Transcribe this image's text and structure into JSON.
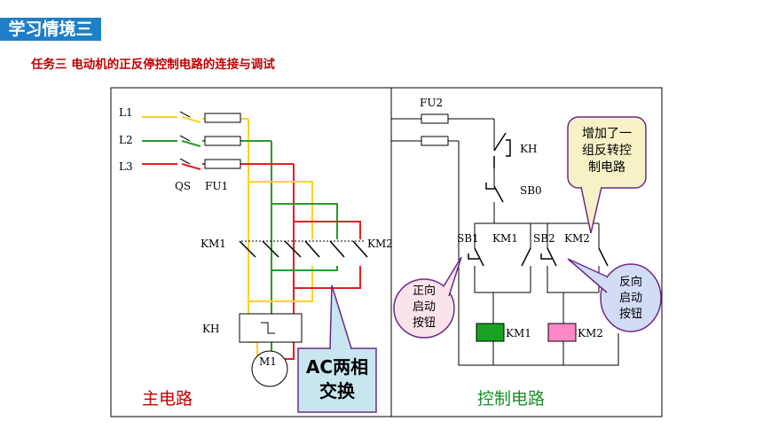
{
  "header": {
    "badge": "学习情境三",
    "subtitle": "任务三  电动机的正反停控制电路的连接与调试"
  },
  "main_circuit": {
    "title": "主电路",
    "labels": {
      "l1": "L1",
      "l2": "L2",
      "l3": "L3",
      "qs": "QS",
      "fu1": "FU1",
      "km1": "KM1",
      "km2": "KM2",
      "kh": "KH",
      "m1": "M1"
    },
    "callout": {
      "line1": "AC两相",
      "line2": "交换"
    }
  },
  "control_circuit": {
    "title": "控制电路",
    "labels": {
      "fu2": "FU2",
      "kh": "KH",
      "sb0": "SB0",
      "sb1": "SB1",
      "km1": "KM1",
      "sb2": "SB2",
      "km2": "KM2",
      "coil_km1": "KM1",
      "coil_km2": "KM2"
    },
    "callout_added": {
      "line1": "增加了一",
      "line2": "组反转控",
      "line3": "制电路"
    },
    "callout_forward": {
      "line1": "正向",
      "line2": "启动",
      "line3": "按钮"
    },
    "callout_reverse": {
      "line1": "反向",
      "line2": "启动",
      "line3": "按钮"
    }
  },
  "colors": {
    "yellow": "#ffd21e",
    "green": "#2a9a2a",
    "red": "#e02020",
    "coil_km1": "#17a321",
    "coil_km2": "#ff88c8",
    "accent": "#c00000",
    "badge": "#1e7fc8"
  }
}
